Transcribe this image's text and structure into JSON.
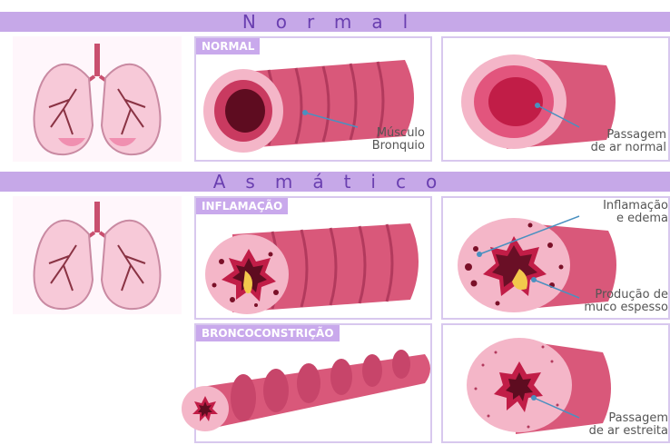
{
  "sections": {
    "normal": {
      "title": "Normal"
    },
    "asthmatic": {
      "title": "Asmático"
    }
  },
  "panels": {
    "normal": {
      "tag": "NORMAL",
      "label_line1": "Músculo",
      "label_line2": "Bronquio"
    },
    "normal_cross": {
      "label_line1": "Passagem",
      "label_line2": "de ar normal"
    },
    "inflammation": {
      "tag": "INFLAMAÇÃO"
    },
    "inflammation_cross": {
      "label_top_line1": "Inflamação",
      "label_top_line2": "e edema",
      "label_bottom_line1": "Produção de",
      "label_bottom_line2": "muco espesso"
    },
    "bronchoconstriction": {
      "tag": "BRONCOCONSTRIÇÃO"
    },
    "bronchoconstriction_cross": {
      "label_line1": "Passagem",
      "label_line2": "de ar estreita"
    }
  },
  "colors": {
    "band": "#c6a8e8",
    "band_text": "#6a3fb0",
    "tag_bg": "#c9a9ec",
    "tissue": "#d9587a",
    "lumen": "#7a1028",
    "mucus": "#f2c94c"
  }
}
